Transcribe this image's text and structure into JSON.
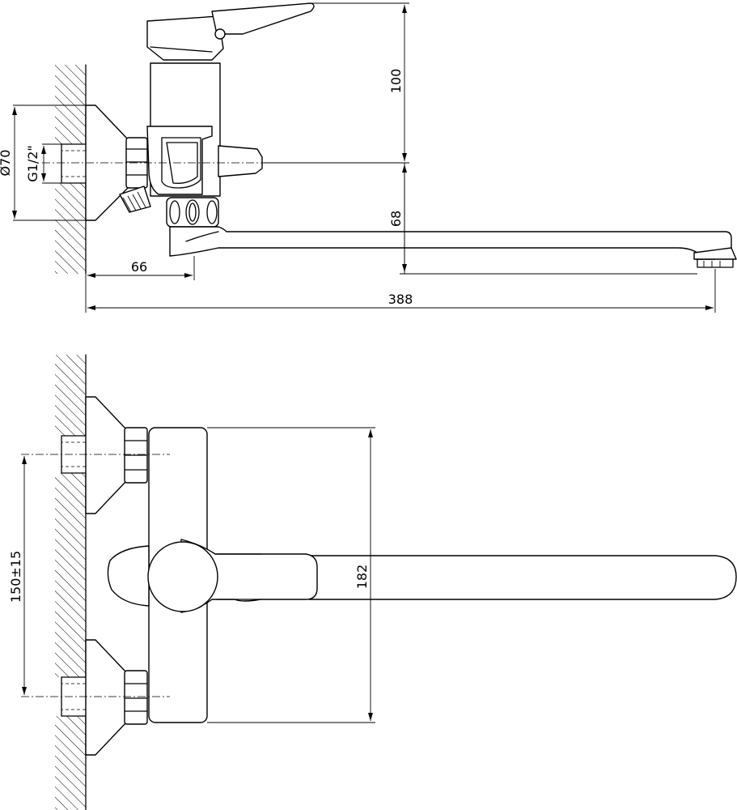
{
  "dimensions": {
    "height_lever": "100",
    "diameter_flange": "Ø70",
    "thread": "G1/2\"",
    "height_spout": "68",
    "offset": "66",
    "length_total": "388",
    "height_body": "182",
    "spacing": "150±15"
  }
}
